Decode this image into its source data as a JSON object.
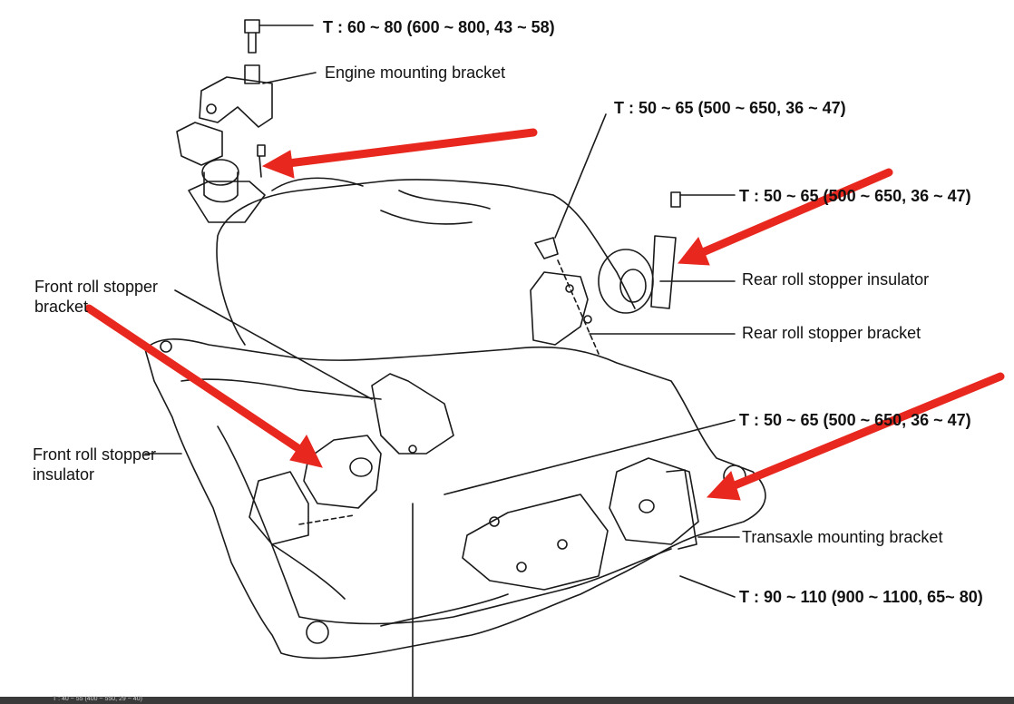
{
  "labels": {
    "torque_top": "T : 60 ~ 80 (600 ~ 800, 43 ~ 58)",
    "engine_mounting_bracket": "Engine mounting bracket",
    "torque_rear_stopper_bracket": "T : 50 ~ 65 (500 ~ 650, 36 ~ 47)",
    "torque_rear_stopper_insulator": "T : 50 ~ 65 (500 ~ 650, 36 ~ 47)",
    "rear_roll_stopper_insulator": "Rear roll stopper insulator",
    "rear_roll_stopper_bracket": "Rear roll stopper bracket",
    "front_roll_stopper_bracket": "Front roll stopper bracket",
    "front_roll_stopper_insulator": "Front roll stopper insulator",
    "torque_front_stopper": "T : 50 ~ 65 (500 ~ 650, 36 ~ 47)",
    "transaxle_mounting_bracket": "Transaxle mounting bracket",
    "torque_transaxle": "T : 90 ~ 110 (900 ~ 1100, 65~ 80)",
    "bottom_strip_text": "T : 40 ~ 55 (400 ~ 550, 29 ~ 40)"
  },
  "colors": {
    "arrow": "#e8281f",
    "line_art": "#1a1a1a",
    "text": "#111111"
  },
  "icons": [
    "red-arrow",
    "bolt-icon",
    "insulator-icon",
    "bracket-icon"
  ]
}
